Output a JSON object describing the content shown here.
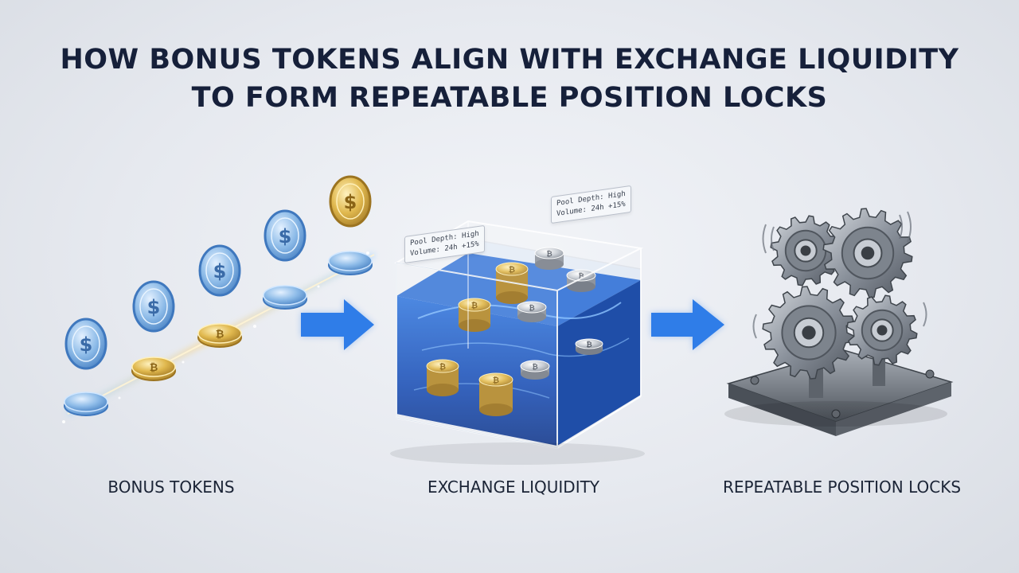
{
  "title": {
    "line1": "HOW BONUS TOKENS ALIGN WITH EXCHANGE LIQUIDITY",
    "line2": "TO FORM REPEATABLE POSITION LOCKS"
  },
  "stages": [
    {
      "label": "BONUS TOKENS"
    },
    {
      "label": "EXCHANGE LIQUIDITY"
    },
    {
      "label": "REPEATABLE POSITION LOCKS"
    }
  ],
  "pool_tags": {
    "left": {
      "line1": "Pool Depth: High",
      "line2": "Volume: 24h +15%"
    },
    "right": {
      "line1": "Pool Depth: High",
      "line2": "Volume: 24h +15%"
    }
  },
  "colors": {
    "arrow": "#2f7de8",
    "title": "#16203a",
    "coin_blue": "#6aa6e0",
    "coin_gold": "#d9b24a",
    "coin_silver": "#b9bec7",
    "water": "#2f6fd6",
    "gear": "#8a9099"
  },
  "icons": {
    "coin_symbol": "$",
    "coin_mark": "bitcoin-icon"
  }
}
